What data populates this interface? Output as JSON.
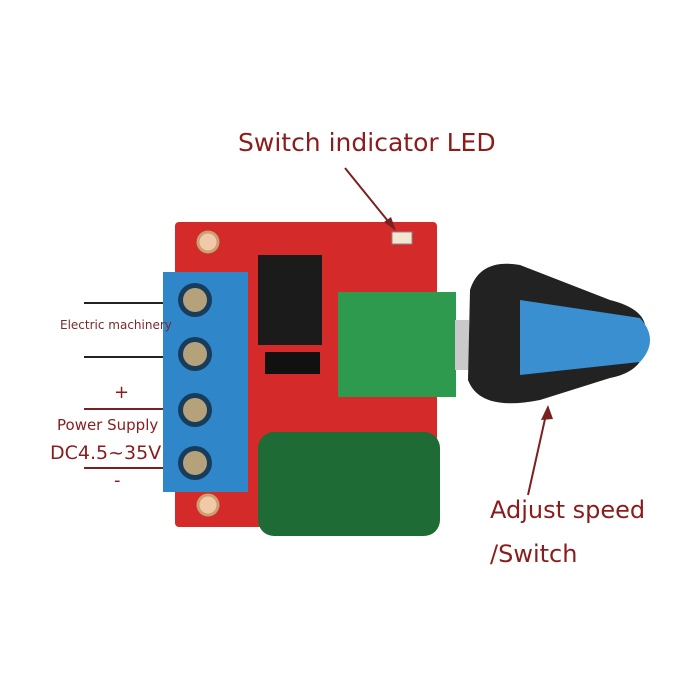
{
  "annotations": {
    "led_label": "Switch indicator LED",
    "motor_label": "Electric machinery",
    "plus_sign": "+",
    "power_label": "Power Supply",
    "voltage_label": "DC4.5~35V",
    "minus_sign": "-",
    "adjust_label": "Adjust speed",
    "switch_label": "/Switch"
  },
  "colors": {
    "label": "#8b1c1c",
    "board": "#d42a2a",
    "terminal": "#2f86c8",
    "potentiometer": "#2e9a4e",
    "knob": "#222222",
    "knob_stripe": "#3a8fd0",
    "capacitor": "#1f6b35"
  }
}
